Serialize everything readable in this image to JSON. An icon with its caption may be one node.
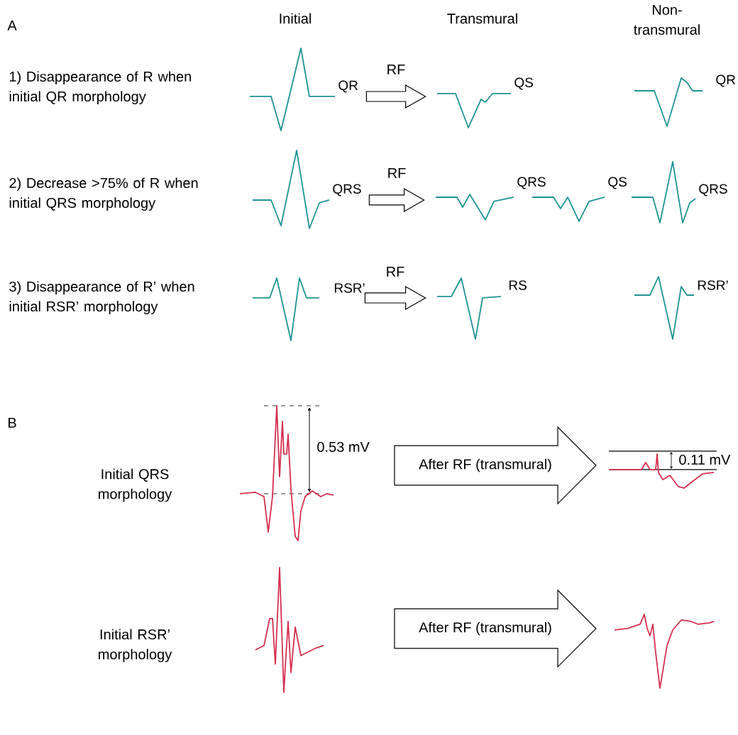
{
  "diagram": {
    "nodes": [
      {
        "text": [],
        "shape": "picture",
        "beside": [
          "QR"
        ]
      },
      {
        "text": [],
        "shape": "picture",
        "beside": [
          "QS"
        ]
      },
      {
        "text": [],
        "shape": "picture",
        "beside": [
          "QR"
        ]
      },
      {
        "text": [],
        "shape": "picture",
        "beside": [
          "QRS"
        ]
      },
      {
        "text": [],
        "shape": "picture",
        "beside": [
          "QRS"
        ]
      },
      {
        "text": [],
        "shape": "picture",
        "beside": [
          "QS"
        ]
      },
      {
        "text": [],
        "shape": "picture",
        "beside": [
          "QRS"
        ]
      },
      {
        "text": [],
        "shape": "picture",
        "beside": [
          "RSR’"
        ]
      },
      {
        "text": [],
        "shape": "picture",
        "beside": [
          "RS"
        ]
      },
      {
        "text": [],
        "shape": "picture",
        "beside": [
          "RSR’"
        ]
      },
      {
        "text": [],
        "shape": "picture"
      },
      {
        "text": [
          "After RF (transmural)"
        ]
      },
      {
        "text": [],
        "shape": "picture"
      },
      {
        "text": [],
        "shape": "picture"
      },
      {
        "text": [
          "After RF (transmural)"
        ]
      },
      {
        "text": [],
        "shape": "picture"
      }
    ],
    "edges": [
      {
        "from": 0,
        "to": 1,
        "arrow": "to",
        "label": "RF"
      },
      {
        "from": 3,
        "to": 4,
        "arrow": "to",
        "label": "RF"
      },
      {
        "from": 7,
        "to": 8,
        "arrow": "to",
        "label": "RF"
      }
    ],
    "labels": [
      "A",
      "Initial",
      "Transmural",
      "Non-transmural",
      "1) Disappearance of R when initial QR morphology",
      "2) Decrease >75% of R when initial QRS morphology",
      "3) Disappearance of R’ when initial RSR’ morphology",
      "B",
      "Initial QRS morphology",
      "0.53 mV",
      "0.11 mV",
      "Initial RSR’ morphology"
    ]
  }
}
